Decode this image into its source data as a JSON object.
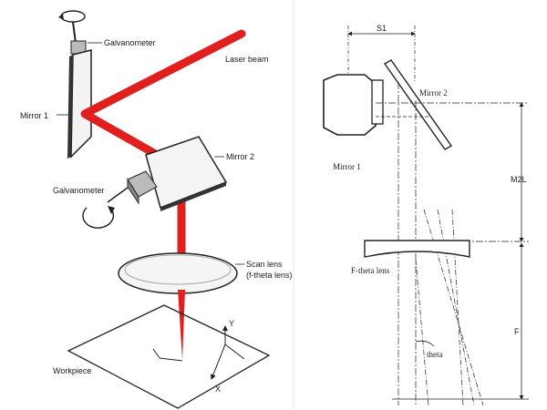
{
  "left_diagram": {
    "labels": {
      "galvanometer_top": "Galvanometer",
      "laser_beam": "Laser beam",
      "mirror1": "Mirror 1",
      "mirror2": "Mirror 2",
      "galvanometer_bottom": "Galvanometer",
      "scan_lens_line1": "Scan lens",
      "scan_lens_line2": "(f-theta lens)",
      "axis_y": "Y",
      "axis_x": "X",
      "workpiece": "Workpiece"
    },
    "colors": {
      "beam": "#e01f1f",
      "ink": "#1a1a1a"
    }
  },
  "right_diagram": {
    "labels": {
      "s1": "S1",
      "mirror2": "Mirror 2",
      "mirror1": "Mirror 1",
      "m2l": "M2L",
      "ftheta_lens": "F-theta lens",
      "f": "F",
      "theta": "theta"
    }
  }
}
